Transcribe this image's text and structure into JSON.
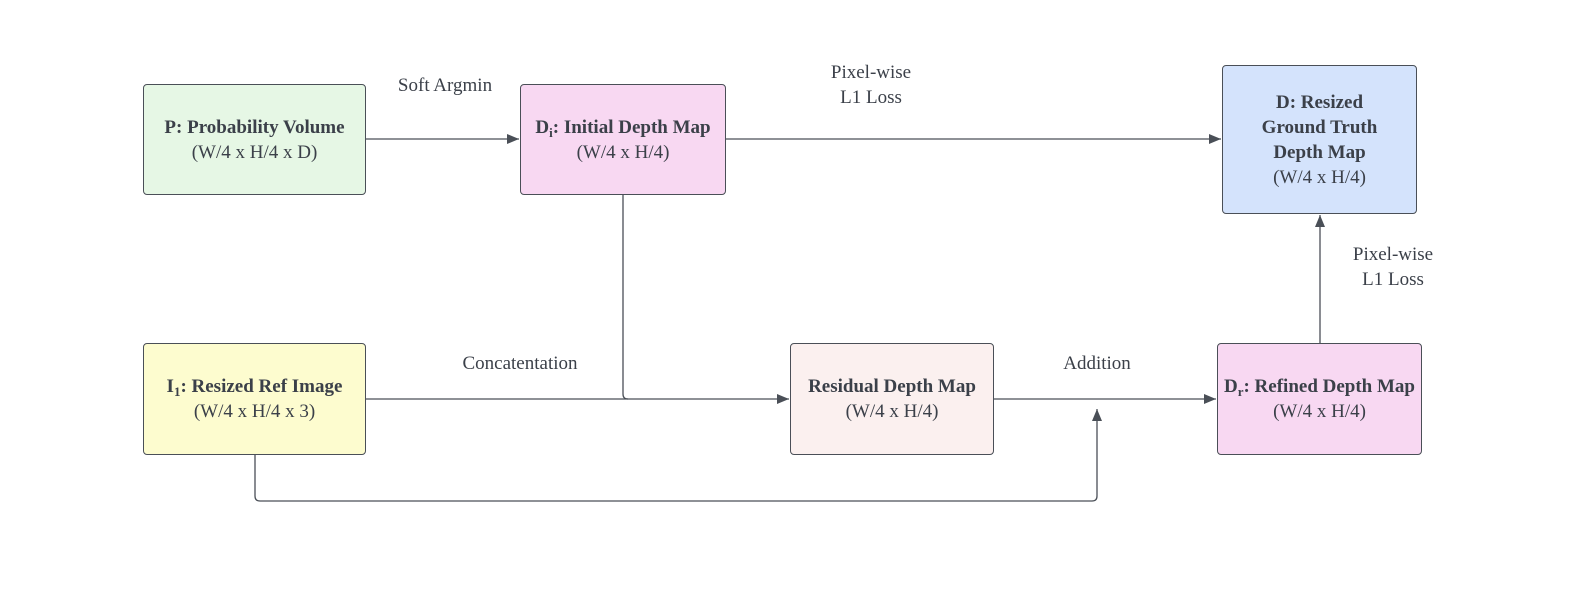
{
  "colors": {
    "line": "#4a4f57",
    "text": "#3b4049",
    "green_fill": "#e6f7e5",
    "pink_fill": "#f8d8f2",
    "blue_fill": "#d4e3fc",
    "yellow_fill": "#fdfccf",
    "peach_fill": "#fbf0ef"
  },
  "nodes": {
    "probability_volume": {
      "title": "P: Probability Volume",
      "dims": "(W/4 x H/4 x D)"
    },
    "initial_depth": {
      "title_main": "D",
      "title_sub": "i",
      "title_rest": ": Initial Depth Map",
      "dims": "(W/4 x H/4)"
    },
    "ground_truth": {
      "title": "D: Resized Ground Truth Depth Map",
      "dims": "(W/4 x H/4)"
    },
    "ref_image": {
      "title_main": "I",
      "title_sub": "1",
      "title_rest": ": Resized Ref Image",
      "dims": "(W/4 x H/4 x 3)"
    },
    "residual_depth": {
      "title": "Residual Depth Map",
      "dims": "(W/4 x H/4)"
    },
    "refined_depth": {
      "title_main": "D",
      "title_sub": "r",
      "title_rest": ": Refined Depth Map",
      "dims": "(W/4 x H/4)"
    }
  },
  "edge_labels": {
    "soft_argmin": "Soft Argmin",
    "pixel_loss_top_1": "Pixel-wise",
    "pixel_loss_top_2": "L1 Loss",
    "pixel_loss_right_1": "Pixel-wise",
    "pixel_loss_right_2": "L1 Loss",
    "concatenation": "Concatentation",
    "addition": "Addition"
  }
}
